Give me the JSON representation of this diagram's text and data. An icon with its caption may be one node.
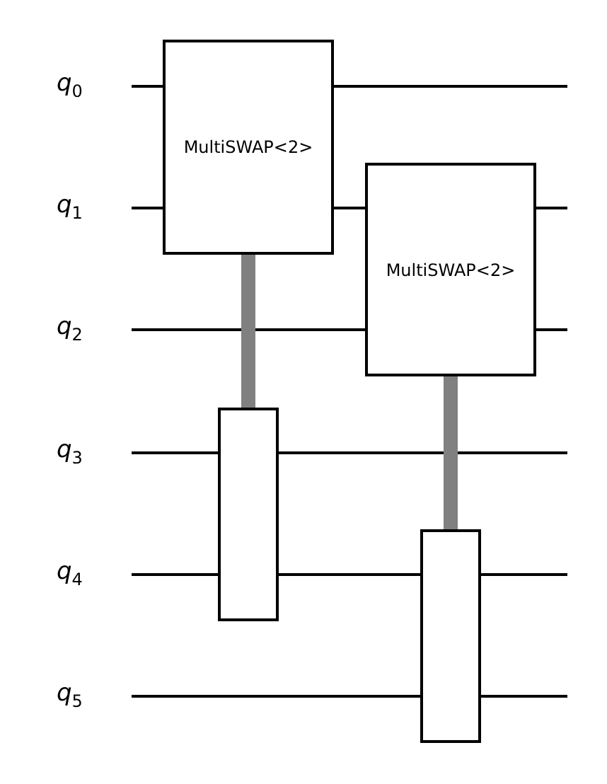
{
  "diagram": {
    "nodes": [
      {
        "text": [
          "MultiSWAP<2>"
        ]
      },
      {
        "text": [],
        "shape": "box"
      },
      {
        "text": [
          "MultiSWAP<2>"
        ]
      },
      {
        "text": [],
        "shape": "box"
      }
    ],
    "edges": [
      {
        "from": 0,
        "to": 1,
        "arrow": "none"
      },
      {
        "from": 2,
        "to": 3,
        "arrow": "none"
      }
    ],
    "labels": [
      "q$_{0}$",
      "q$_{1}$",
      "q$_{2}$",
      "q$_{3}$",
      "q$_{4}$",
      "q$_{5}$"
    ]
  }
}
